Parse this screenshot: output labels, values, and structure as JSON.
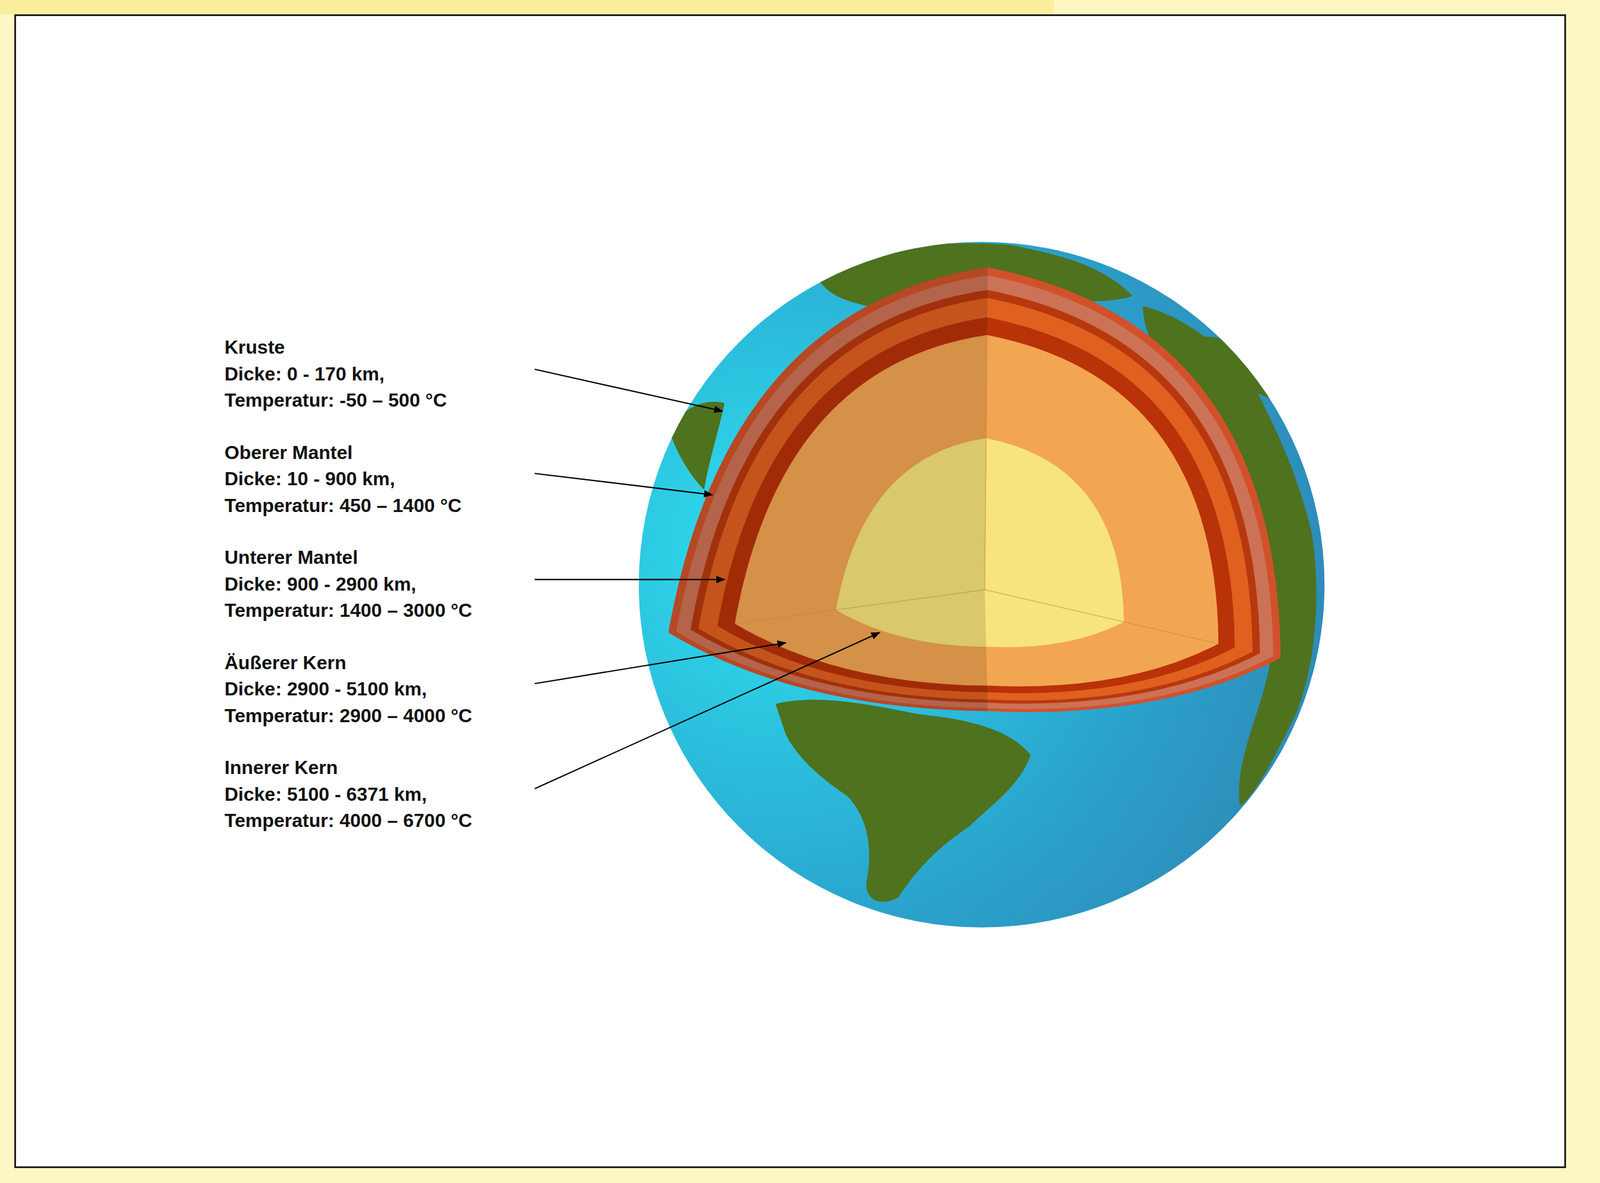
{
  "diagram": {
    "labels": [
      "Kruste",
      "Dicke: 0 - 170 km,",
      "Temperatur: -50 – 500 °C",
      "Oberer Mantel",
      "Dicke: 10 - 900 km,",
      "Temperatur: 450 – 1400 °C",
      "Unterer Mantel",
      "Dicke: 900 - 2900 km,",
      "Temperatur: 1400 – 3000 °C",
      "Äußerer Kern",
      "Dicke: 2900 - 5100 km,",
      "Temperatur: 2900 – 4000 °C",
      "Innerer Kern",
      "Dicke: 5100 - 6371 km,",
      "Temperatur: 4000 – 6700 °C"
    ]
  }
}
